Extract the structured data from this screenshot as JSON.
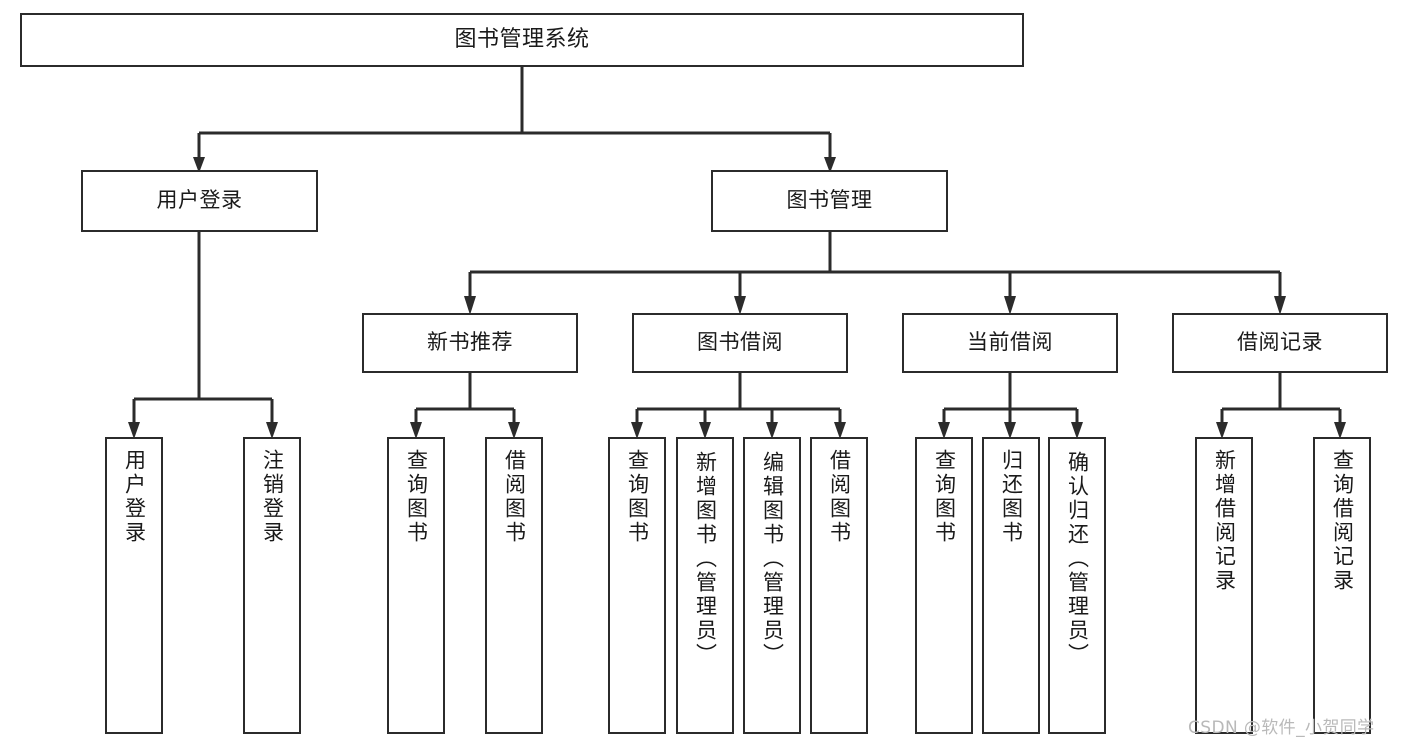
{
  "diagram": {
    "title": "图书管理系统",
    "type": "tree-hierarchy",
    "watermark": "CSDN @软件_小贺同学",
    "colors": {
      "border": "#2b2b2b",
      "background": "#ffffff",
      "text": "#1a1a1a",
      "connector": "#2b2b2b",
      "watermark": "#b9b9b9"
    },
    "levels": {
      "level0": {
        "root": {
          "label": "图书管理系统"
        }
      },
      "level1": [
        {
          "label": "用户登录"
        },
        {
          "label": "图书管理"
        }
      ],
      "level2": [
        {
          "label": "新书推荐"
        },
        {
          "label": "图书借阅"
        },
        {
          "label": "当前借阅"
        },
        {
          "label": "借阅记录"
        }
      ],
      "leaves": {
        "user_login": [
          {
            "label": "用户登录"
          },
          {
            "label": "注销登录"
          }
        ],
        "new_book_recommend": [
          {
            "label": "查询图书"
          },
          {
            "label": "借阅图书"
          }
        ],
        "book_borrow": [
          {
            "label": "查询图书"
          },
          {
            "label": "新增图书（管理员）"
          },
          {
            "label": "编辑图书（管理员）"
          },
          {
            "label": "借阅图书"
          }
        ],
        "current_borrow": [
          {
            "label": "查询图书"
          },
          {
            "label": "归还图书"
          },
          {
            "label": "确认归还（管理员）"
          }
        ],
        "borrow_record": [
          {
            "label": "新增借阅记录"
          },
          {
            "label": "查询借阅记录"
          }
        ]
      }
    }
  }
}
